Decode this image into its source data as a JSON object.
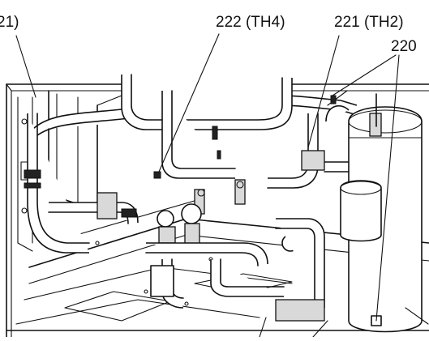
{
  "labels": {
    "th1_part": "21)",
    "th4": "222 (TH4)",
    "th2": "221 (TH2)",
    "part_220": "220"
  }
}
